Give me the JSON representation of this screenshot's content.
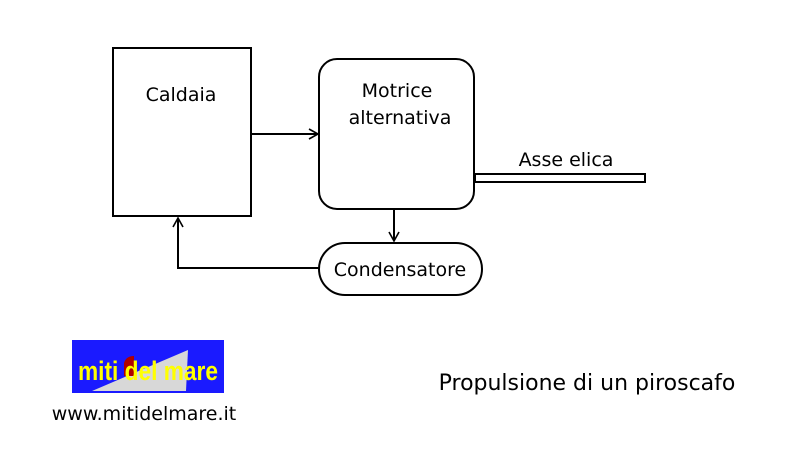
{
  "diagram": {
    "nodes": {
      "boiler": "Caldaia",
      "engine_line1": "Motrice",
      "engine_line2": "alternativa",
      "shaft": "Asse elica",
      "condenser": "Condensatore"
    },
    "edges": [
      {
        "from": "Caldaia",
        "to": "Motrice alternativa"
      },
      {
        "from": "Motrice alternativa",
        "to": "Condensatore"
      },
      {
        "from": "Condensatore",
        "to": "Caldaia"
      }
    ],
    "title": "Propulsione di un piroscafo"
  },
  "logo": {
    "text": "miti del mare",
    "colors": {
      "background": "#1a1aff",
      "text": "#ffff00"
    }
  },
  "website": "www.mitidelmare.it"
}
